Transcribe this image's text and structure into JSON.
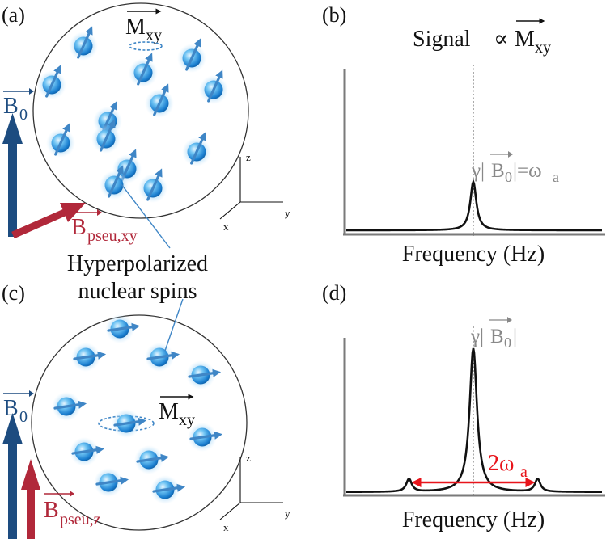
{
  "panels": {
    "a": {
      "tag": "(a)"
    },
    "b": {
      "tag": "(b)",
      "title_prefix": "Signal",
      "title_symbol": "∝",
      "title_vector": "M",
      "title_sub": "xy"
    },
    "c": {
      "tag": "(c)"
    },
    "d": {
      "tag": "(d)"
    }
  },
  "vectors": {
    "M": "M",
    "Mxy_sub": "xy",
    "B0_base": "B",
    "B0_sub": "0",
    "Bpseu_base": "B",
    "Bpseu_xy_sub": "pseu,xy",
    "Bpseu_z_sub": "pseu,z"
  },
  "axes_labels": {
    "z": "z",
    "y": "y",
    "x": "x"
  },
  "callout": {
    "line1": "Hyperpolarized",
    "line2": "nuclear spins"
  },
  "spectrum_b": {
    "xlabel": "Frequency (Hz)",
    "peak_gamma": "γ|",
    "peak_B": "B",
    "peak_B_sub": "0",
    "peak_eq": "|=ω",
    "peak_eq_sub": "a"
  },
  "spectrum_d": {
    "xlabel": "Frequency (Hz)",
    "peak_gamma": "γ|",
    "peak_B": "B",
    "peak_B_sub": "0",
    "peak_close": "|",
    "split_label": "2ω",
    "split_sub": "a"
  },
  "colors": {
    "B0": "#1d4c80",
    "Bpseu": "#b1283a",
    "spin": "#3f86c6",
    "split": "#e8141b",
    "axis": "#7a7a7a"
  },
  "chart_data": [
    {
      "type": "line",
      "name": "panel-b",
      "xlabel": "Frequency (Hz)",
      "peaks": [
        {
          "x": 0,
          "height": 0.3,
          "label": "γ|B0|=ωa"
        }
      ],
      "x_range": [
        -1,
        1
      ]
    },
    {
      "type": "line",
      "name": "panel-d",
      "xlabel": "Frequency (Hz)",
      "peaks": [
        {
          "x": -0.5,
          "height": 0.09
        },
        {
          "x": 0,
          "height": 1.0,
          "label": "γ|B0|"
        },
        {
          "x": 0.5,
          "height": 0.09
        }
      ],
      "split_label": "2ωa",
      "x_range": [
        -1,
        1
      ]
    }
  ]
}
